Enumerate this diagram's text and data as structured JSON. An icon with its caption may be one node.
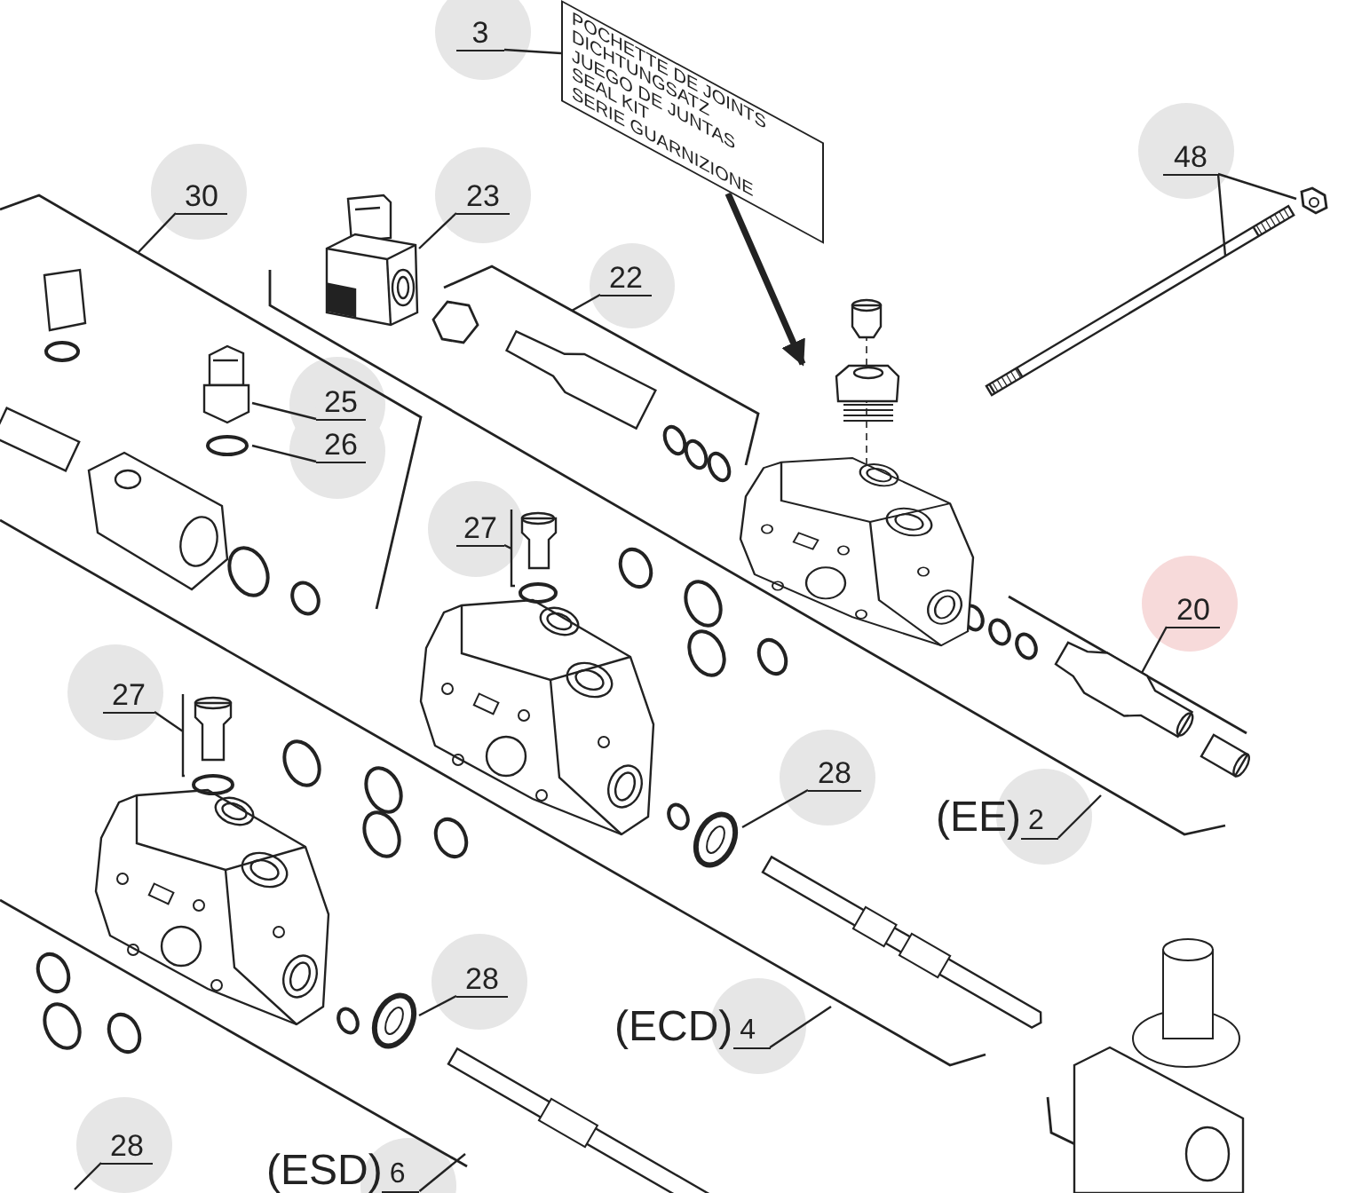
{
  "diagram": {
    "nodes": [
      {
        "text": [
          "3"
        ]
      },
      {
        "text": [
          "POCHETTE DE JOINTS",
          "DICHTUNGSATZ",
          "JUEGO DE JUNTAS",
          "SEAL KIT",
          "SERIE GUARNIZIONE"
        ]
      },
      {
        "text": [
          "30"
        ]
      },
      {
        "text": [
          "23"
        ]
      },
      {
        "text": [],
        "shape": "picture"
      },
      {
        "text": [
          "22"
        ]
      },
      {
        "text": [
          "48"
        ]
      },
      {
        "text": [],
        "shape": "picture"
      },
      {
        "text": [],
        "shape": "picture"
      },
      {
        "text": [
          "25"
        ]
      },
      {
        "text": [
          "26"
        ]
      },
      {
        "text": [],
        "shape": "picture"
      },
      {
        "text": [],
        "shape": "circle"
      },
      {
        "text": [
          "27"
        ]
      },
      {
        "text": [],
        "shape": "picture"
      },
      {
        "text": [
          "27"
        ]
      },
      {
        "text": [],
        "shape": "picture"
      },
      {
        "text": [
          "28"
        ]
      },
      {
        "text": [],
        "shape": "picture"
      },
      {
        "text": [
          "28"
        ]
      },
      {
        "text": [],
        "shape": "picture"
      },
      {
        "text": [
          "28"
        ]
      },
      {
        "text": [
          "20"
        ]
      },
      {
        "text": [],
        "shape": "picture"
      },
      {
        "text": [
          "(EE)",
          "2"
        ]
      },
      {
        "text": [
          "(ECD)",
          "4"
        ]
      },
      {
        "text": [
          "(ESD)",
          "6"
        ]
      },
      {
        "text": [],
        "shape": "picture"
      }
    ],
    "edges": [
      {
        "from": 0,
        "to": 1,
        "arrow": "none"
      },
      {
        "from": 1,
        "to": 27,
        "arrow": "to",
        "style": "thick"
      },
      {
        "from": 2,
        "to": null,
        "arrow": "none"
      },
      {
        "from": 3,
        "to": 4,
        "arrow": "none"
      },
      {
        "from": 5,
        "to": null,
        "arrow": "none"
      },
      {
        "from": 6,
        "to": 7,
        "arrow": "none"
      },
      {
        "from": 6,
        "to": 8,
        "arrow": "none"
      },
      {
        "from": 9,
        "to": 11,
        "arrow": "none"
      },
      {
        "from": 10,
        "to": 12,
        "arrow": "none"
      },
      {
        "from": 13,
        "to": 14,
        "arrow": "none"
      },
      {
        "from": 15,
        "to": 16,
        "arrow": "none"
      },
      {
        "from": 17,
        "to": 18,
        "arrow": "none"
      },
      {
        "from": 19,
        "to": 20,
        "arrow": "none"
      },
      {
        "from": 21,
        "to": null,
        "arrow": "none"
      },
      {
        "from": 22,
        "to": 23,
        "arrow": "none"
      },
      {
        "from": 24,
        "to": null,
        "arrow": "none"
      },
      {
        "from": 25,
        "to": null,
        "arrow": "none"
      },
      {
        "from": 26,
        "to": null,
        "arrow": "none"
      }
    ]
  }
}
